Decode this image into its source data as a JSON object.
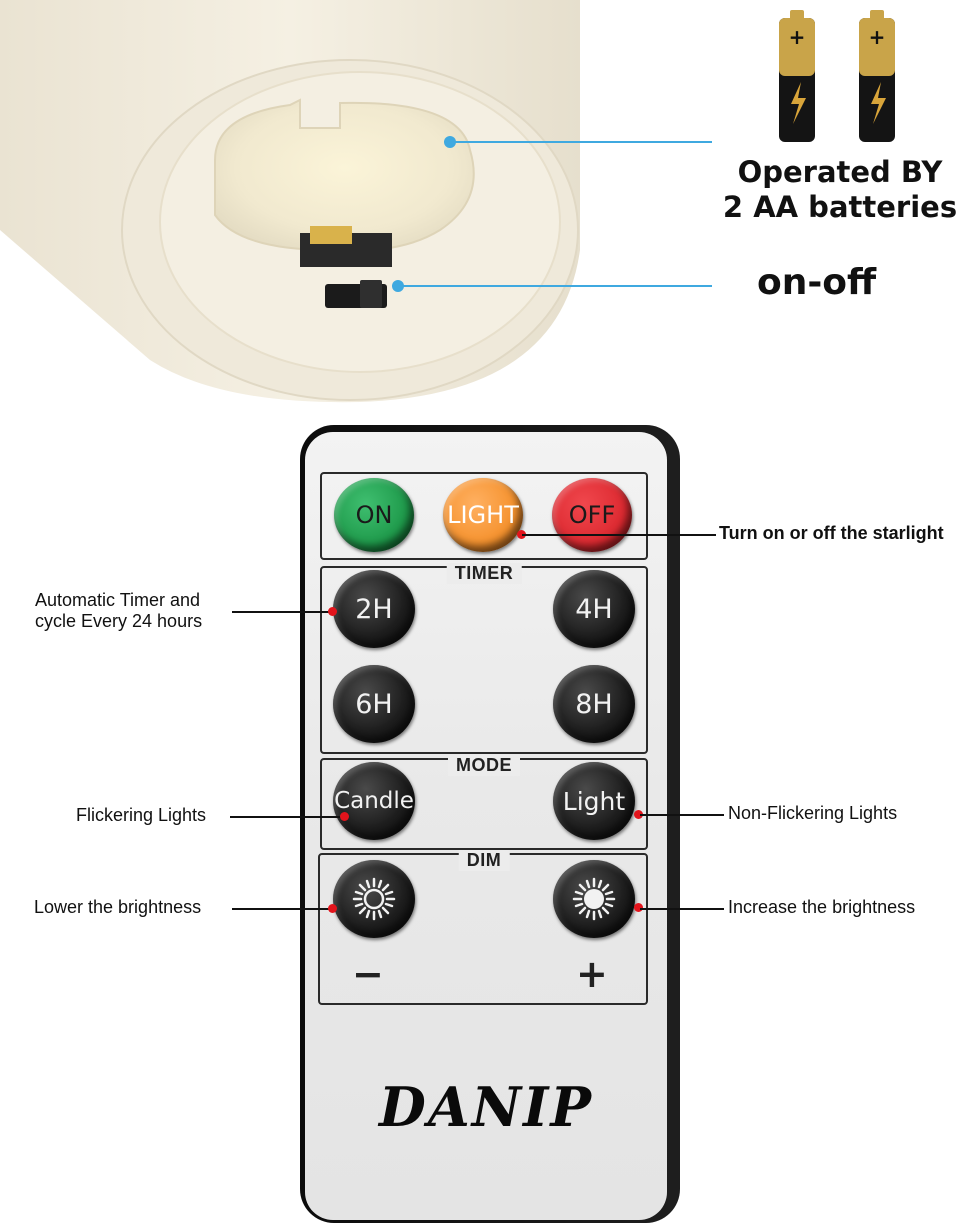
{
  "battery_label": [
    "Operated BY",
    "2 AA batteries"
  ],
  "switch_label": "on-off",
  "remote": {
    "top_buttons": {
      "on": "ON",
      "light": "LIGHT",
      "off": "OFF"
    },
    "timer": {
      "title": "TIMER",
      "buttons": [
        "2H",
        "4H",
        "6H",
        "8H"
      ]
    },
    "mode": {
      "title": "MODE",
      "candle": "Candle",
      "light": "Light"
    },
    "dim": {
      "title": "DIM",
      "minus": "−",
      "plus": "+"
    },
    "brand": "DANIP"
  },
  "callouts": {
    "starlight": "Turn on or off the starlight",
    "timer": [
      "Automatic Timer and",
      "cycle Every 24 hours"
    ],
    "flickering": "Flickering Lights",
    "non_flickering": "Non-Flickering Lights",
    "lower": "Lower the brightness",
    "increase": "Increase the brightness"
  },
  "colors": {
    "on": "#1f9a4b",
    "light": "#f5922e",
    "off": "#dd2a31",
    "callout_dot": "#e3141c",
    "pointer": "#3fa9e0"
  }
}
